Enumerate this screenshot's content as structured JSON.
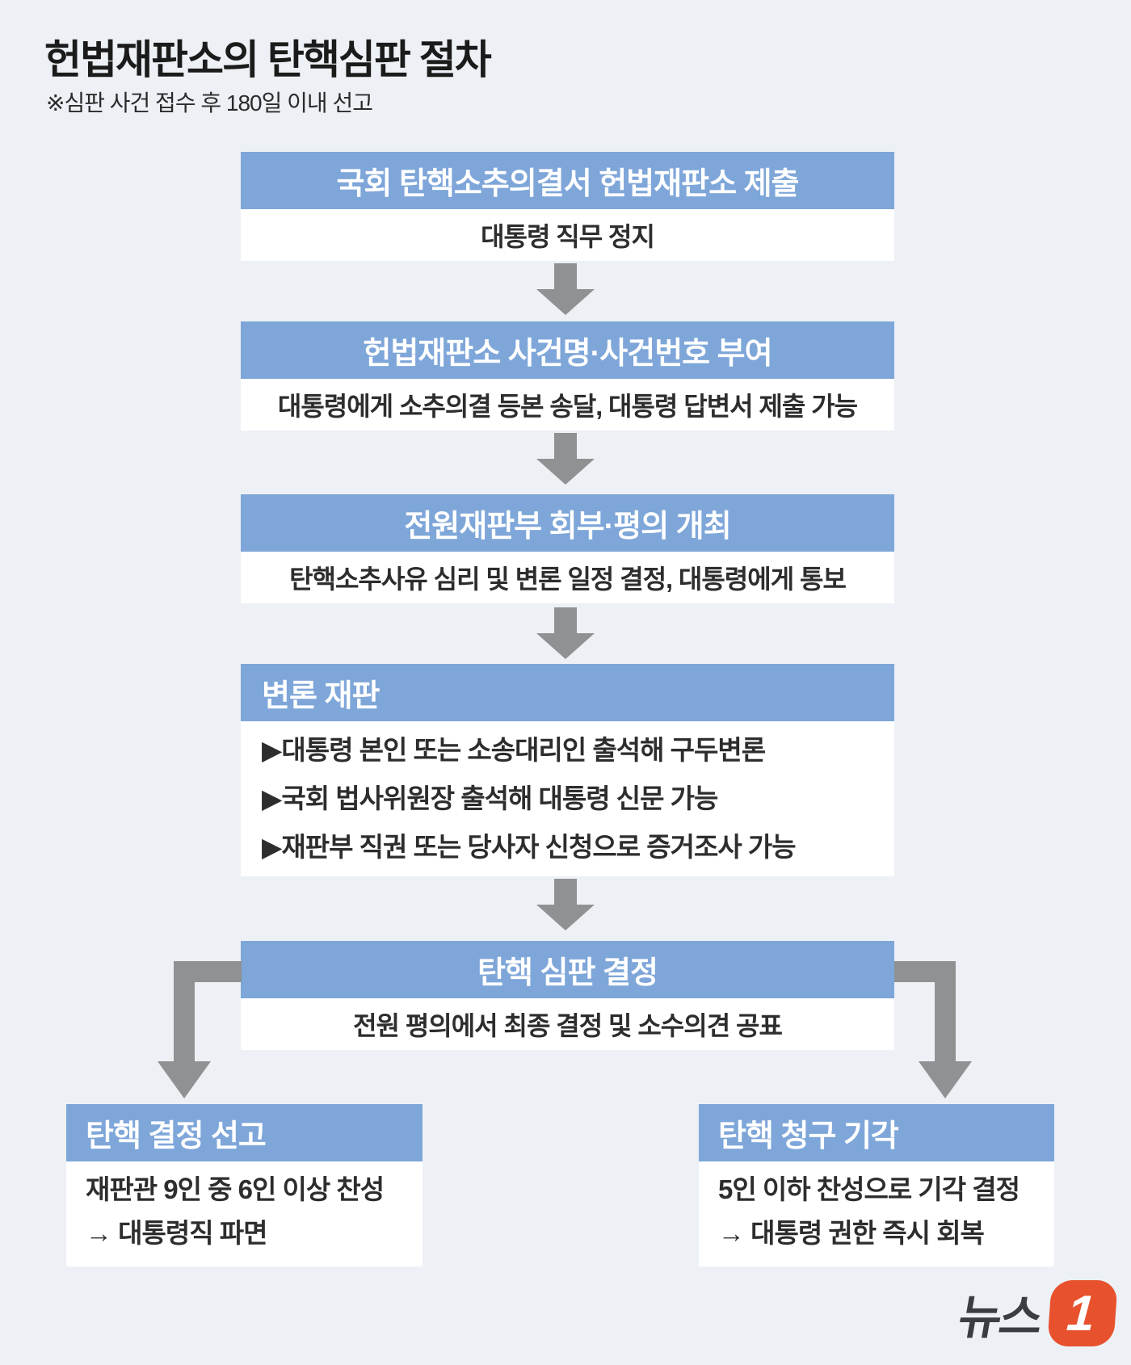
{
  "page": {
    "title": "헌법재판소의 탄핵심판 절차",
    "subtitle": "※심판 사건 접수 후 180일 이내 선고"
  },
  "flow": {
    "steps": [
      {
        "header": "국회 탄핵소추의결서 헌법재판소 제출",
        "body": "대통령 직무 정지"
      },
      {
        "header": "헌법재판소 사건명·사건번호 부여",
        "body": "대통령에게 소추의결 등본 송달, 대통령 답변서 제출 가능"
      },
      {
        "header": "전원재판부 회부·평의 개최",
        "body": "탄핵소추사유 심리 및 변론 일정 결정, 대통령에게 통보"
      },
      {
        "header": "변론 재판",
        "bullets": [
          "▶대통령 본인 또는 소송대리인 출석해 구두변론",
          "▶국회 법사위원장 출석해 대통령 신문 가능",
          "▶재판부 직권 또는 당사자 신청으로 증거조사 가능"
        ]
      },
      {
        "header": "탄핵 심판 결정",
        "body": "전원 평의에서 최종 결정 및 소수의견 공표"
      }
    ],
    "outcomes": [
      {
        "header": "탄핵 결정 선고",
        "line1": "재판관 9인 중 6인 이상 찬성",
        "line2": "→ 대통령직 파면"
      },
      {
        "header": "탄핵 청구 기각",
        "line1": "5인 이하 찬성으로 기각 결정",
        "line2": "→ 대통령 권한 즉시 회복"
      }
    ]
  },
  "logo": {
    "wordmark": "뉴스",
    "mark": "1"
  },
  "colors": {
    "background": "#EDF1F6",
    "header_blue": "#7EA6D9",
    "arrow_gray": "#8F9192",
    "logo_orange": "#E8512D",
    "title_text": "#1B1B1B",
    "body_text": "#2D2D2D"
  },
  "icons": {
    "flow_arrow": "down-arrow-triangle",
    "branch_left": "elbow-left-down-arrow",
    "branch_right": "elbow-right-down-arrow"
  }
}
